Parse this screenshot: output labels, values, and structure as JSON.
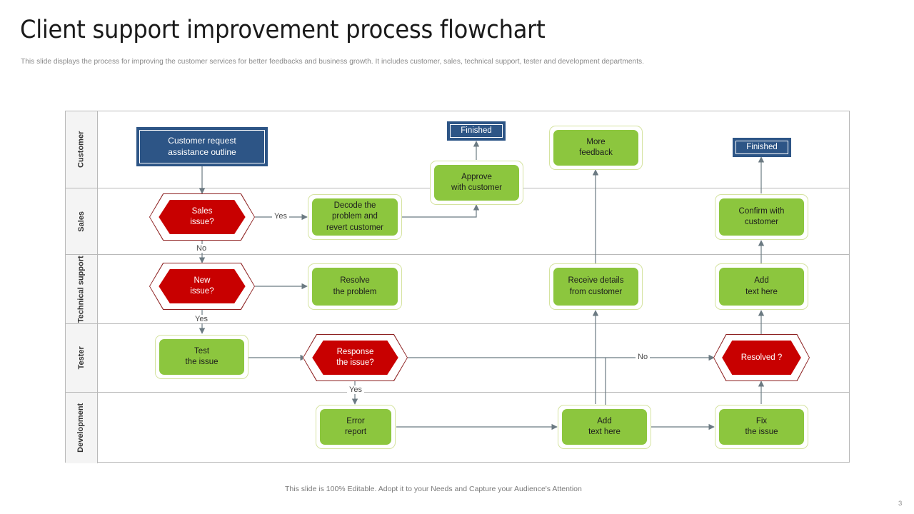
{
  "slide": {
    "title": "Client support improvement process flowchart",
    "subtitle": "This slide displays the process for improving the customer services  for better feedbacks and business growth. It includes customer, sales, technical support, tester and development departments.",
    "footer": "This slide is 100% Editable. Adopt it to your Needs and Capture your Audience's Attention",
    "page_number": "3"
  },
  "colors": {
    "process_green": "#8cc63e",
    "process_green_ring": "#d5e3a0",
    "terminator_navy": "#2d5586",
    "decision_red": "#c80000",
    "decision_red_border": "#8d2020",
    "lane_header_bg": "#f4f4f4",
    "grid_line": "#b9b9b9",
    "connector": "#6b7a82",
    "title_text": "#1a1a1a",
    "subtitle_text": "#8a8a8a"
  },
  "lanes": [
    {
      "id": "customer",
      "label": "Customer"
    },
    {
      "id": "sales",
      "label": "Sales"
    },
    {
      "id": "technical",
      "label": "Technical support"
    },
    {
      "id": "tester",
      "label": "Tester"
    },
    {
      "id": "development",
      "label": "Development"
    }
  ],
  "nodes": {
    "customer_request": {
      "label": "Customer request\nassistance outline",
      "lane": "customer",
      "shape": "terminator"
    },
    "finished_1": {
      "label": "Finished",
      "lane": "customer",
      "shape": "terminator"
    },
    "approve": {
      "label": "Approve\nwith customer",
      "lane": "customer",
      "shape": "process"
    },
    "more_feedback": {
      "label": "More\nfeedback",
      "lane": "customer",
      "shape": "process"
    },
    "finished_2": {
      "label": "Finished",
      "lane": "customer",
      "shape": "terminator"
    },
    "sales_issue": {
      "label": "Sales\nissue?",
      "lane": "sales",
      "shape": "decision"
    },
    "decode_problem": {
      "label": "Decode the\nproblem  and\nrevert  customer",
      "lane": "sales",
      "shape": "process"
    },
    "confirm_customer": {
      "label": "Confirm  with\ncustomer",
      "lane": "sales",
      "shape": "process"
    },
    "new_issue": {
      "label": "New\nissue?",
      "lane": "technical",
      "shape": "decision"
    },
    "resolve_problem": {
      "label": "Resolve\nthe problem",
      "lane": "technical",
      "shape": "process"
    },
    "receive_details": {
      "label": "Receive  details\nfrom customer",
      "lane": "technical",
      "shape": "process"
    },
    "add_text_here_1": {
      "label": "Add\ntext here",
      "lane": "technical",
      "shape": "process"
    },
    "test_issue": {
      "label": "Test\nthe issue",
      "lane": "tester",
      "shape": "process"
    },
    "response_issue": {
      "label": "Response\nthe issue?",
      "lane": "tester",
      "shape": "decision"
    },
    "resolved": {
      "label": "Resolved  ?",
      "lane": "tester",
      "shape": "decision"
    },
    "error_report": {
      "label": "Error\nreport",
      "lane": "development",
      "shape": "process"
    },
    "add_text_here_2": {
      "label": "Add\ntext here",
      "lane": "development",
      "shape": "process"
    },
    "fix_issue": {
      "label": "Fix\nthe issue",
      "lane": "development",
      "shape": "process"
    }
  },
  "edge_labels": [
    {
      "id": "sales_yes",
      "text": "Yes"
    },
    {
      "id": "sales_no",
      "text": "No"
    },
    {
      "id": "new_issue_yes",
      "text": "Yes"
    },
    {
      "id": "response_yes",
      "text": "Yes"
    },
    {
      "id": "resolved_no",
      "text": "No"
    }
  ]
}
